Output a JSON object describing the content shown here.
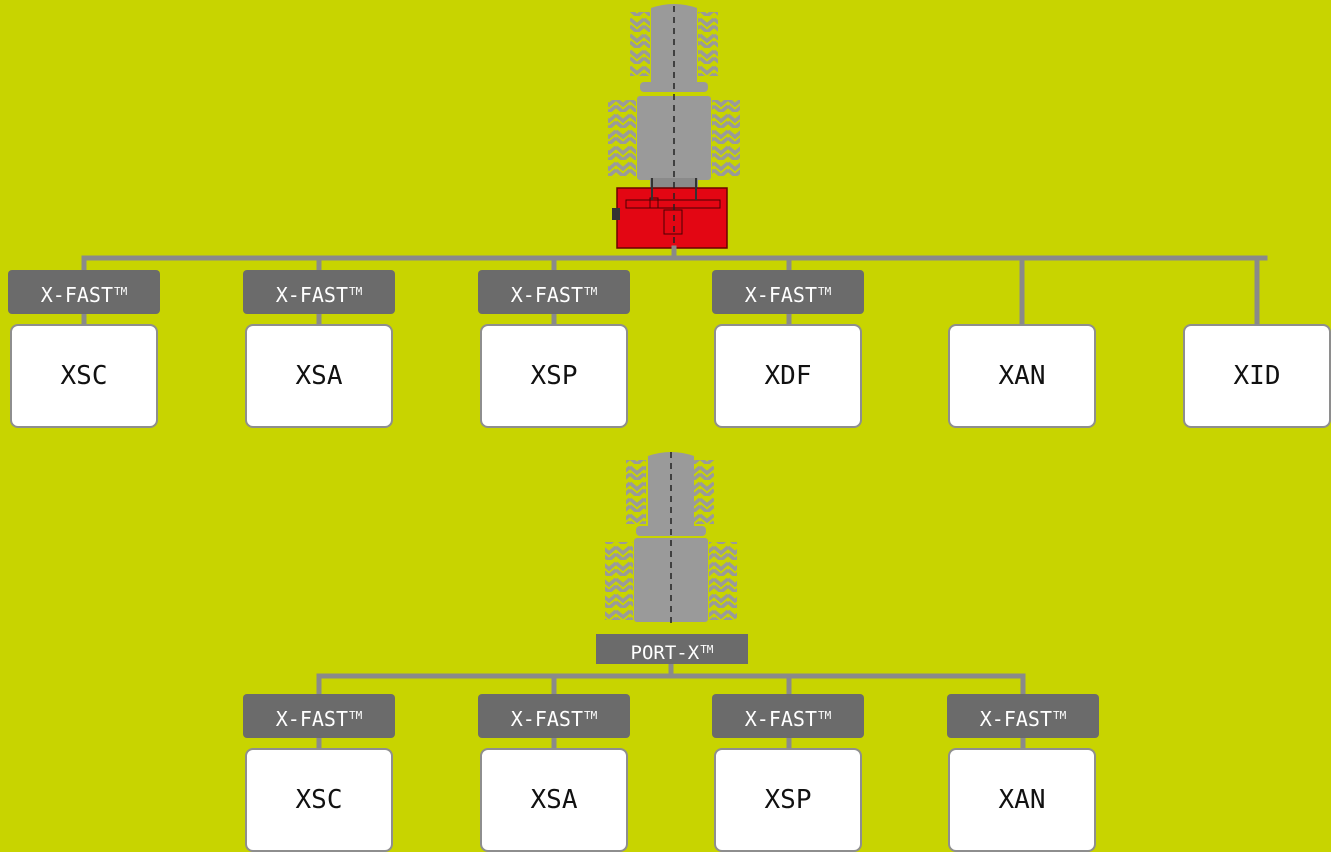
{
  "colors": {
    "background": "#c8d400",
    "connector": "#8a8a8a",
    "tag_fill": "#6b6b6b",
    "tractor": "#9a9a9a",
    "implement": "#e30613"
  },
  "top": {
    "tractor_icon": "tractor-with-front-implement-icon",
    "tags": [
      {
        "label": "X-FAST",
        "mark": "TM"
      },
      {
        "label": "X-FAST",
        "mark": "TM"
      },
      {
        "label": "X-FAST",
        "mark": "TM"
      },
      {
        "label": "X-FAST",
        "mark": "TM"
      }
    ],
    "boxes": [
      "XSC",
      "XSA",
      "XSP",
      "XDF",
      "XAN",
      "XID"
    ]
  },
  "bottom": {
    "tractor_icon": "tractor-icon",
    "hub": {
      "label": "PORT-X",
      "mark": "TM"
    },
    "tags": [
      {
        "label": "X-FAST",
        "mark": "TM"
      },
      {
        "label": "X-FAST",
        "mark": "TM"
      },
      {
        "label": "X-FAST",
        "mark": "TM"
      },
      {
        "label": "X-FAST",
        "mark": "TM"
      }
    ],
    "boxes": [
      "XSC",
      "XSA",
      "XSP",
      "XAN"
    ]
  }
}
